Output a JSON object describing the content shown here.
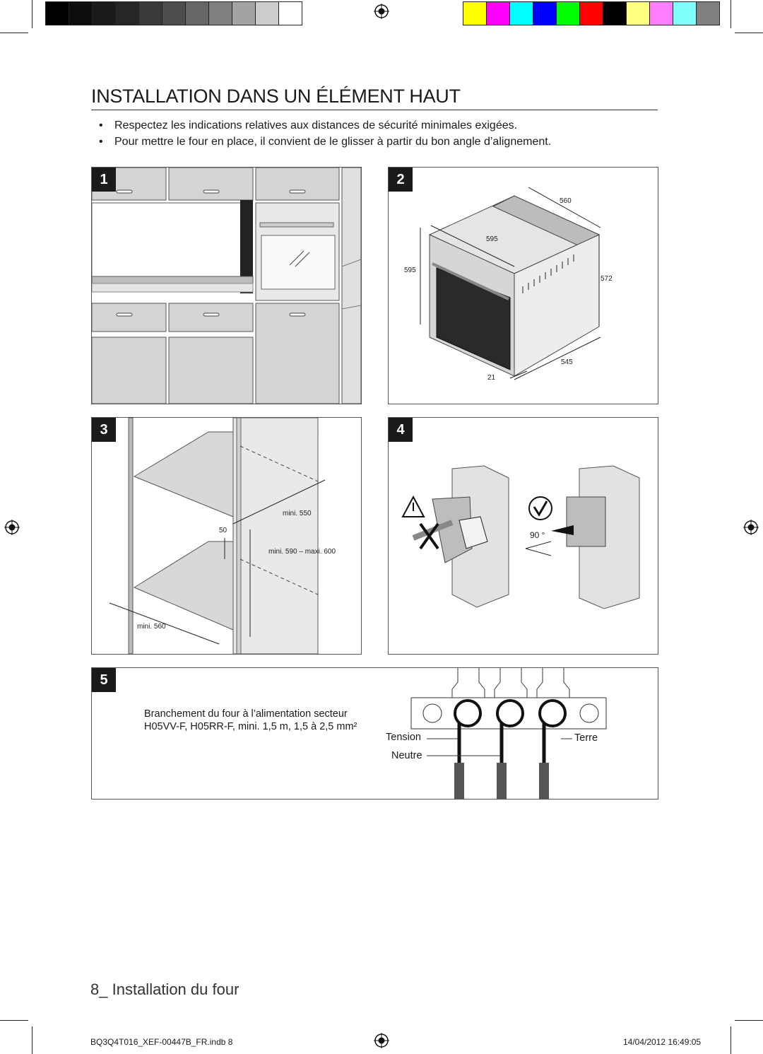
{
  "print_marks": {
    "gray_swatches": [
      "#000000",
      "#0d0d0d",
      "#1a1a1a",
      "#262626",
      "#3a3a3a",
      "#4d4d4d",
      "#666666",
      "#808080",
      "#a3a3a3",
      "#cccccc",
      "#ffffff"
    ],
    "color_swatches": [
      "#ffff00",
      "#ff00ff",
      "#00ffff",
      "#0000ff",
      "#00ff00",
      "#ff0000",
      "#000000",
      "#ffff80",
      "#ff80ff",
      "#80ffff",
      "#808080"
    ]
  },
  "heading": "INSTALLATION DANS UN ÉLÉMENT HAUT",
  "bullets": [
    "Respectez les indications relatives aux distances de sécurité minimales exigées.",
    "Pour mettre le four en place, il convient de le glisser à partir du bon angle d’alignement."
  ],
  "bullet_symbol": "•",
  "panels": {
    "p1": {
      "number": "1"
    },
    "p2": {
      "number": "2",
      "dims": {
        "top": "560",
        "front": "595",
        "height_left": "595",
        "height_right": "572",
        "depth": "545",
        "offset": "21"
      }
    },
    "p3": {
      "number": "3",
      "dims": {
        "min_depth": "mini. 550",
        "gap": "50",
        "height": "mini. 590 – maxi. 600",
        "width": "mini. 560"
      }
    },
    "p4": {
      "number": "4",
      "angle": "90 °"
    },
    "p5": {
      "number": "5",
      "text": "Branchement du four à l’alimentation secteur H05VV-F, H05RR-F, mini. 1,5 m, 1,5 à 2,5 mm²",
      "labels": {
        "tension": "Tension",
        "terre": "Terre",
        "neutre": "Neutre"
      }
    }
  },
  "footer": {
    "page_number": "8_",
    "section": "Installation du four",
    "file": "BQ3Q4T016_XEF-00447B_FR.indb   8",
    "timestamp": "14/04/2012   16:49:05"
  }
}
